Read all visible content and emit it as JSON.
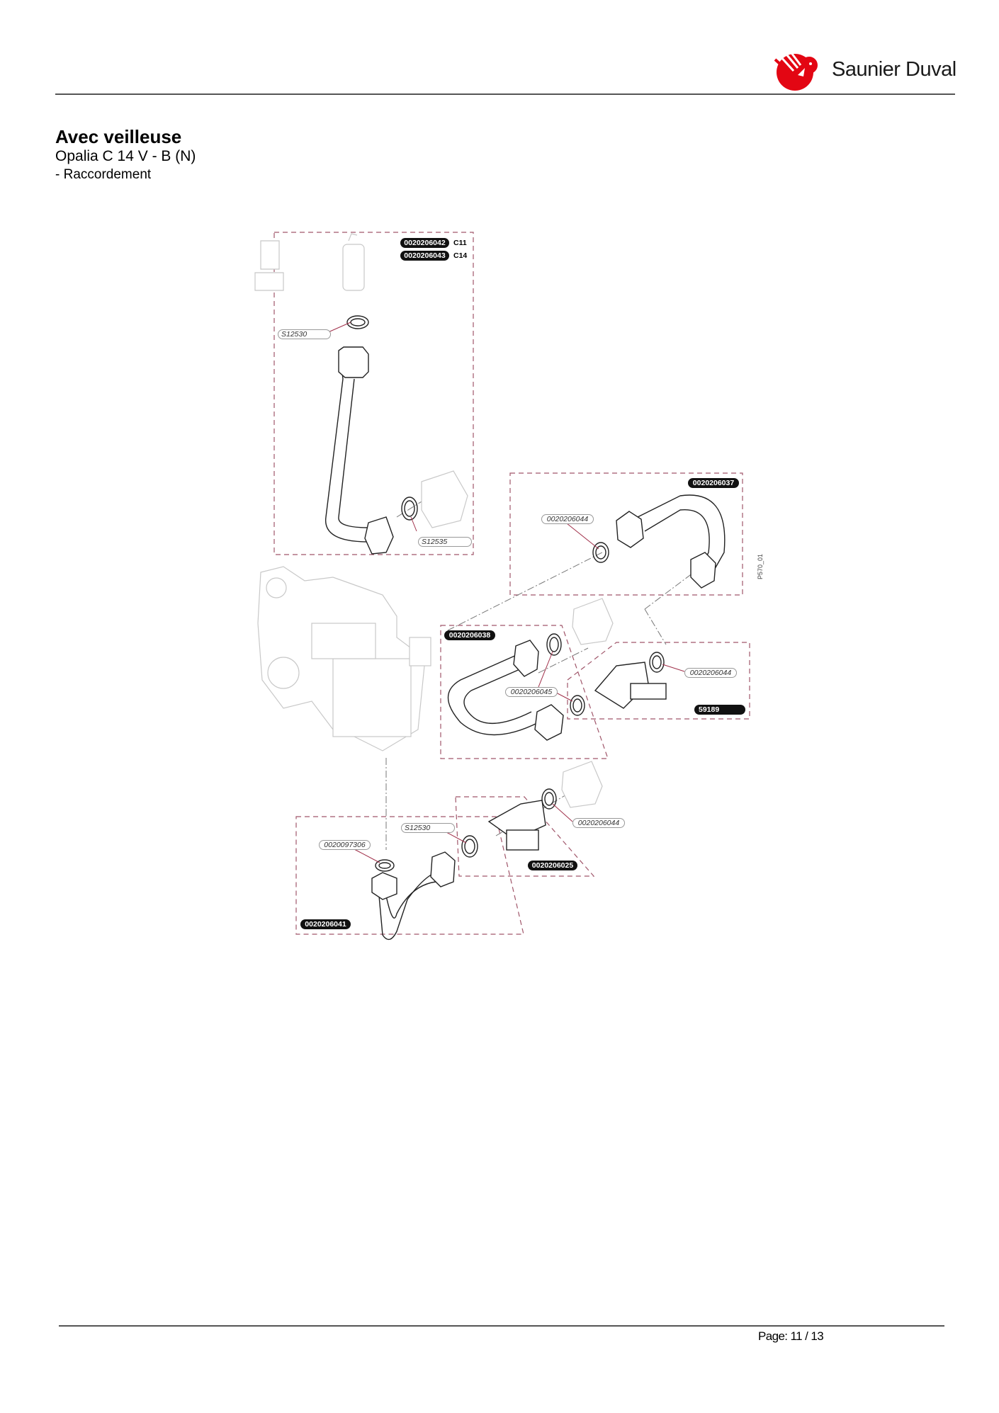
{
  "header": {
    "brand": "Saunier Duval",
    "brand_color": "#e30613"
  },
  "document": {
    "title": "Avec veilleuse",
    "model": "Opalia C 14 V - B (N)",
    "section": "- Raccordement"
  },
  "diagram": {
    "reference": "P570_01",
    "labels": {
      "part_c11": "0020206042",
      "part_c11_variant": "C11",
      "part_c14": "0020206043",
      "part_c14_variant": "C14",
      "seal_top": "S12530",
      "seal_top_pipe": "S12535",
      "pipe_upper": "0020206037",
      "seal_upper": "0020206044",
      "pipe_middle": "0020206038",
      "seal_middle": "0020206045",
      "valve_right_seal": "0020206044",
      "valve_right": "59189",
      "valve_lower_seal": "0020206044",
      "valve_lower": "0020206025",
      "pipe_lower": "0020206041",
      "seal_lower_small": "0020097306",
      "seal_lower": "S12530"
    }
  },
  "footer": {
    "page": "Page: 11 / 13"
  }
}
